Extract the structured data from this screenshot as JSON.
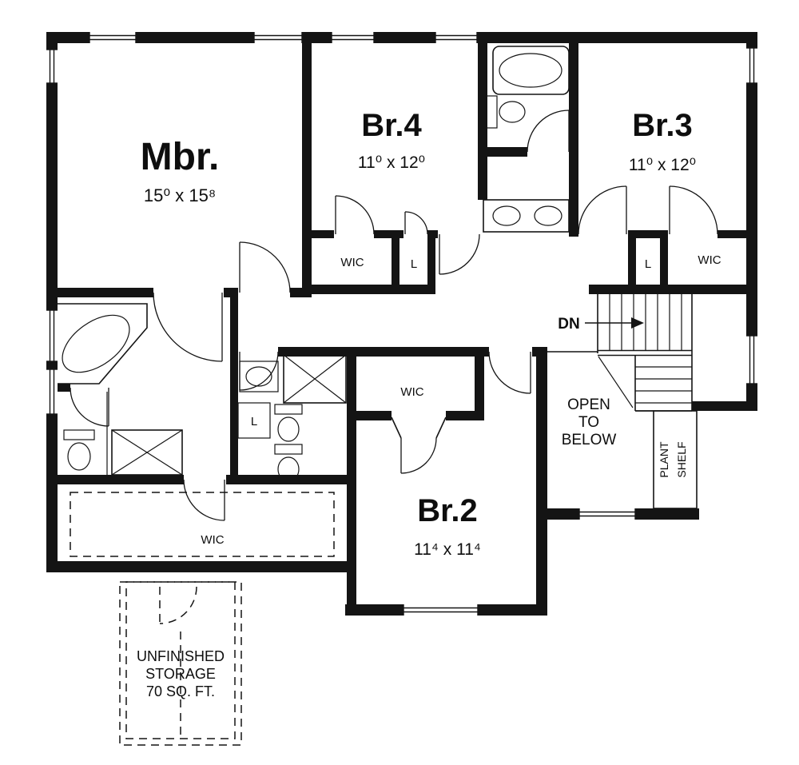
{
  "rooms": {
    "mbr": {
      "name": "Mbr.",
      "dims": "15⁰ x 15⁸"
    },
    "br4": {
      "name": "Br.4",
      "dims": "11⁰ x 12⁰"
    },
    "br3": {
      "name": "Br.3",
      "dims": "11⁰ x 12⁰"
    },
    "br2": {
      "name": "Br.2",
      "dims": "11⁴ x 11⁴"
    }
  },
  "labels": {
    "wic_br4": "WIC",
    "linen_br4": "L",
    "wic_br3": "WIC",
    "linen_br3": "L",
    "wic_br2": "WIC",
    "wic_mbr": "WIC",
    "linen_bath": "L",
    "down": "DN",
    "open_below_1": "OPEN",
    "open_below_2": "TO",
    "open_below_3": "BELOW",
    "plant_1": "PLANT",
    "plant_2": "SHELF",
    "storage_1": "UNFINISHED",
    "storage_2": "STORAGE",
    "storage_3": "70 SQ. FT."
  },
  "colors": {
    "ink": "#141414",
    "paper": "#ffffff"
  }
}
